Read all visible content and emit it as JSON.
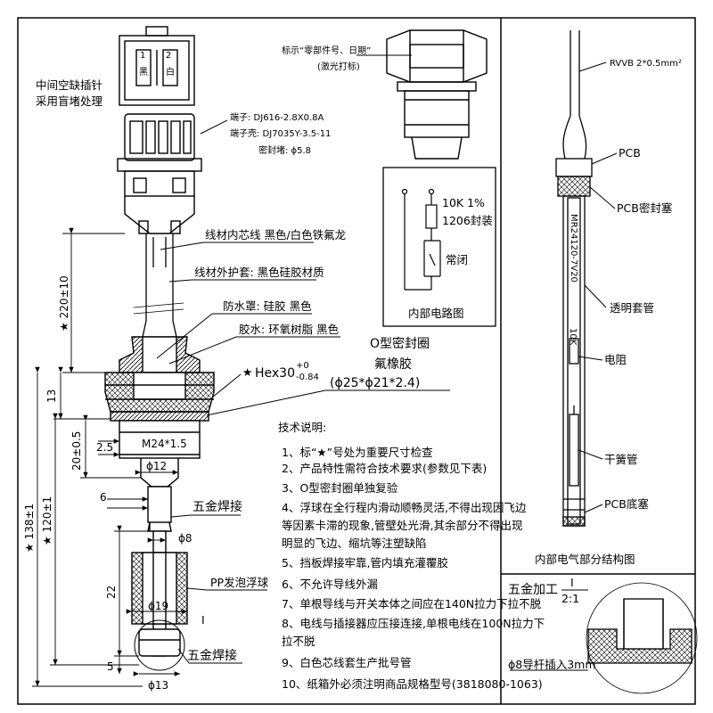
{
  "labels": {
    "blind_pin_note_1": "中间空缺插针",
    "blind_pin_note_2": "采用盲堵处理",
    "connector_pin_1": "1",
    "connector_pin_2": "2",
    "connector_black": "黑",
    "connector_white": "白",
    "terminal": "端子: DJ616-2.8X0.8A",
    "terminal_shell": "端子壳: DJ7035Y-3.5-11",
    "seal_plug": "密封堵: ϕ5.8",
    "marking_1": "标示“零部件号、日期”",
    "marking_2": "(激光打标)",
    "core_wire": "线材内芯线  黑色/白色铁氟龙",
    "outer_sheath": "线材外护套: 黑色硅胶材质",
    "waterproof_cover": "防水罩: 硅胶  黑色",
    "potting": "胶水: 环氧树脂  黑色",
    "oring_1": "O型密封圈",
    "oring_2": "氟橡胶",
    "oring_3": "(ϕ25*ϕ21*2.4)",
    "hex": "Hex30",
    "hex_tol_upper": "+0",
    "hex_tol_lower": "-0.84",
    "thread": "M24*1.5",
    "welding_1": "五金焊接",
    "welding_2": "五金焊接",
    "float_ball": "PP发泡浮球",
    "section_mark": "I",
    "circuit_resistor_1": "10K  1%",
    "circuit_resistor_2": "1206封装",
    "circuit_switch": "常闭",
    "circuit_title": "内部电路图",
    "right_cable": "RVVB 2*0.5mm²",
    "right_pcb": "PCB",
    "right_pcb_seal": "PCB密封塞",
    "right_pcb_text": "MR24120-7V20",
    "right_tube": "透明套管",
    "right_10k": "10K",
    "right_resistor": "电阻",
    "right_reed": "干簧管",
    "right_pcb_plug": "PCB底塞",
    "right_title": "内部电气部分结构图",
    "detail_title": "五金加工",
    "detail_ratio_top": "I",
    "detail_ratio_bottom": "2:1",
    "detail_note": "ϕ8导杆插入3mm"
  },
  "dimensions": {
    "d220": "220±10",
    "d13": "13",
    "d20": "20±0.5",
    "d25": "2.5",
    "d12": "ϕ12",
    "d6": "6",
    "d8": "ϕ8",
    "d138": "138±1",
    "d120": "120±1",
    "d22": "22",
    "d19": "ϕ19",
    "d5": "5",
    "d13b": "ϕ13",
    "star": "★"
  },
  "tech_notes": {
    "title": "技术说明:",
    "items": [
      "1、标“★”号处为重要尺寸检查",
      "2、产品特性需符合技术要求(参数见下表)",
      "3、O型密封圈单独复验",
      "4、浮球在全行程内滑动顺畅灵活,不得出现因飞边",
      "等因素卡滞的现象,管壁处光滑,其余部分不得出现",
      "明显的飞边、缩坑等注塑缺陷",
      "5、挡板焊接牢靠,管内填充灌覆胶",
      "6、不允许导线外漏",
      "7、单根导线与开关本体之间应在140N拉力下拉不脱",
      "8、电线与插接器应压接连接,单根电线在100N拉力下",
      "拉不脱",
      "9、白色芯线套生产批号管",
      "10、纸箱外必须注明商品规格型号(3818080-1063)"
    ]
  }
}
